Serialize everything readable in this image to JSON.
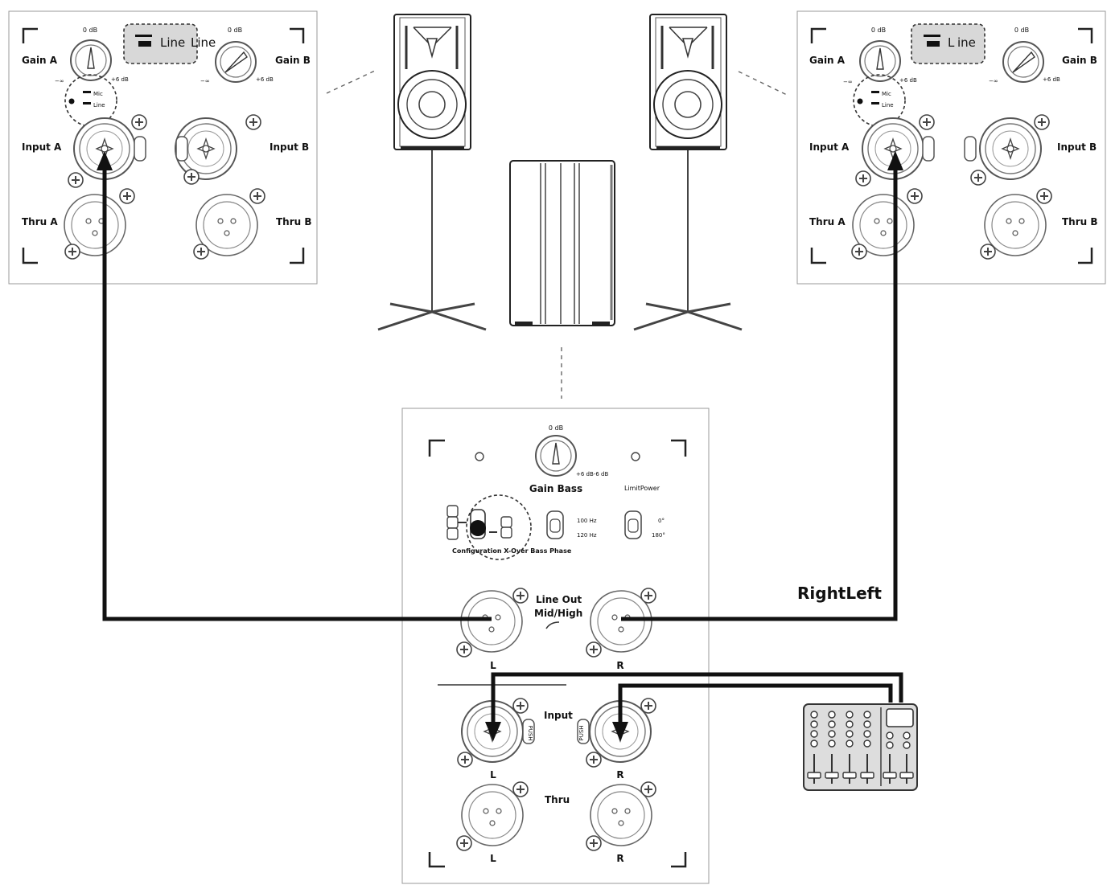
{
  "panels": {
    "left": {
      "gain_a": "Gain A",
      "gain_b": "Gain B",
      "zero_db_a": "0 dB",
      "zero_db_b": "0 dB",
      "minus_inf_a": "−∞",
      "plus6_a": "+6 dB",
      "minus_inf_b": "−∞",
      "plus6_b": "+6 dB",
      "callout": "Line",
      "callout_ghost": "Line",
      "mic": "Mic",
      "line": "Line",
      "input_a": "Input A",
      "input_b": "Input B",
      "thru_a": "Thru A",
      "thru_b": "Thru B"
    },
    "right": {
      "gain_a": "Gain A",
      "gain_b": "Gain B",
      "zero_db_a": "0 dB",
      "zero_db_b": "0 dB",
      "minus_inf_a": "−∞",
      "plus6_a": "+6 dB",
      "minus_inf_b": "−∞",
      "plus6_b": "+6 dB",
      "callout": "L",
      "callout_ghost": "ine",
      "mic": "Mic",
      "line": "Line",
      "input_a": "Input A",
      "input_b": "Input B",
      "thru_a": "Thru A",
      "thru_b": "Thru B"
    }
  },
  "sub": {
    "zero_db": "0 dB",
    "range": "+6 dB-6 dB",
    "gain_bass": "Gain Bass",
    "limit_power": "LimitPower",
    "hz100": "100 Hz",
    "hz120": "120 Hz",
    "deg0": "0°",
    "deg180": "180°",
    "config_row": "Configuration X-Over Bass Phase",
    "line_out_1": "Line Out",
    "line_out_2": "Mid/High",
    "out_l": "L",
    "out_r": "R",
    "input": "Input",
    "in_l": "L",
    "in_r": "R",
    "push_l": "PUSH",
    "push_r": "PUSH",
    "thru": "Thru",
    "thru_l": "L",
    "thru_r": "R"
  },
  "labels": {
    "right_left": "RightLeft"
  }
}
